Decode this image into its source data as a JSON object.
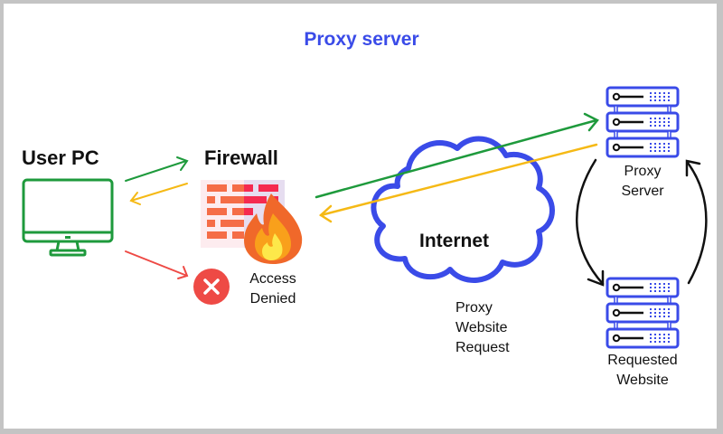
{
  "title": "Proxy server",
  "nodes": {
    "user_pc": {
      "label": "User PC",
      "icon": "monitor-icon"
    },
    "firewall": {
      "label": "Firewall",
      "icon": "firewall-icon"
    },
    "access_denied": {
      "line1": "Access",
      "line2": "Denied",
      "icon": "x-circle-icon"
    },
    "internet": {
      "label": "Internet",
      "icon": "cloud-icon"
    },
    "proxy_server": {
      "line1": "Proxy",
      "line2": "Server",
      "icon": "server-icon"
    },
    "requested_website": {
      "line1": "Requested",
      "line2": "Website",
      "icon": "server-icon"
    }
  },
  "annotation": {
    "line1": "Proxy",
    "line2": "Website",
    "line3": "Request"
  },
  "colors": {
    "title": "#3a4be8",
    "request_arrow": "#1e9a3c",
    "response_arrow": "#f5b915",
    "denied_arrow": "#ee4a45",
    "monitor": "#1e9a3c",
    "cloud": "#3a4be8",
    "server": "#3a4be8",
    "denied_badge": "#ee4a45"
  }
}
